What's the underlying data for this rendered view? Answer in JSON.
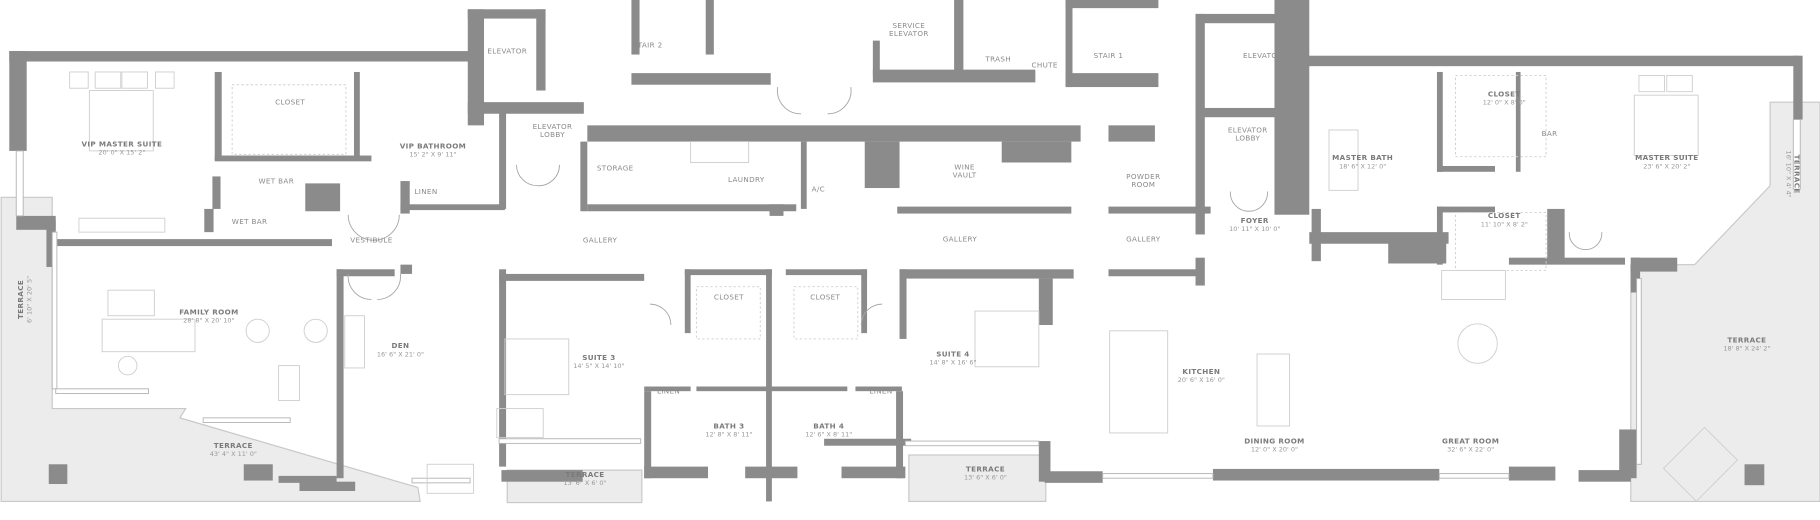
{
  "title": "Floor plan",
  "rooms": [
    {
      "name": "VIP MASTER SUITE",
      "dims": "20' 0\" X 15' 2\""
    },
    {
      "name": "CLOSET"
    },
    {
      "name": "VIP BATHROOM",
      "dims": "15' 2\" X 9' 11\""
    },
    {
      "name": "ELEVATOR"
    },
    {
      "name": "ELEVATOR",
      "name2": "LOBBY"
    },
    {
      "name": "WET BAR"
    },
    {
      "name": "WET BAR"
    },
    {
      "name": "LINEN"
    },
    {
      "name": "VESTIBULE"
    },
    {
      "name": "STAIR 2"
    },
    {
      "name": "SERVICE",
      "name2": "ELEVATOR"
    },
    {
      "name": "TRASH"
    },
    {
      "name": "CHUTE"
    },
    {
      "name": "STAIR 1"
    },
    {
      "name": "ELEVATOR"
    },
    {
      "name": "ELEVATOR",
      "name2": "LOBBY"
    },
    {
      "name": "STORAGE"
    },
    {
      "name": "LAUNDRY"
    },
    {
      "name": "A/C"
    },
    {
      "name": "WINE",
      "name2": "VAULT"
    },
    {
      "name": "POWDER",
      "name2": "ROOM"
    },
    {
      "name": "GALLERY"
    },
    {
      "name": "GALLERY"
    },
    {
      "name": "GALLERY"
    },
    {
      "name": "FOYER",
      "dims": "10' 11\" X 10' 0\""
    },
    {
      "name": "MASTER BATH",
      "dims": "18' 6\" X 12' 0\""
    },
    {
      "name": "CLOSET",
      "dims": "12' 0\" X 8' 0\""
    },
    {
      "name": "BAR"
    },
    {
      "name": "CLOSET",
      "dims": "11' 10\" X 8' 2\""
    },
    {
      "name": "MASTER SUITE",
      "dims": "23' 6\" X 20' 2\""
    },
    {
      "name": "TERRACE",
      "dims": "16' 10\" X 4' 4\""
    },
    {
      "name": "TERRACE",
      "dims": "6' 10\" X 20' 5\""
    },
    {
      "name": "FAMILY ROOM",
      "dims": "28' 8\" X 20' 10\""
    },
    {
      "name": "DEN",
      "dims": "16' 6\" X 21' 0\""
    },
    {
      "name": "SUITE 3",
      "dims": "14' 5\" X 14' 10\""
    },
    {
      "name": "CLOSET"
    },
    {
      "name": "CLOSET"
    },
    {
      "name": "LINEN"
    },
    {
      "name": "LINEN"
    },
    {
      "name": "BATH 3",
      "dims": "12' 8\" X 8' 11\""
    },
    {
      "name": "BATH 4",
      "dims": "12' 6\" X 8' 11\""
    },
    {
      "name": "SUITE 4",
      "dims": "14' 8\" X 16' 6\""
    },
    {
      "name": "KITCHEN",
      "dims": "20' 6\" X 16' 0\""
    },
    {
      "name": "DINING ROOM",
      "dims": "12' 0\" X 20' 0\""
    },
    {
      "name": "GREAT ROOM",
      "dims": "32' 6\" X 22' 0\""
    },
    {
      "name": "TERRACE",
      "dims": "43' 4\" X 11' 0\""
    },
    {
      "name": "TERRACE",
      "dims": "13' 6\" X 6' 0\""
    },
    {
      "name": "TERRACE",
      "dims": "13' 6\" X 6' 0\""
    },
    {
      "name": "TERRACE",
      "dims": "18' 8\" X 24' 2\""
    }
  ],
  "colors": {
    "wall": "#8b8b8b",
    "terrace": "#ececec",
    "text": "#8a8a8a"
  }
}
